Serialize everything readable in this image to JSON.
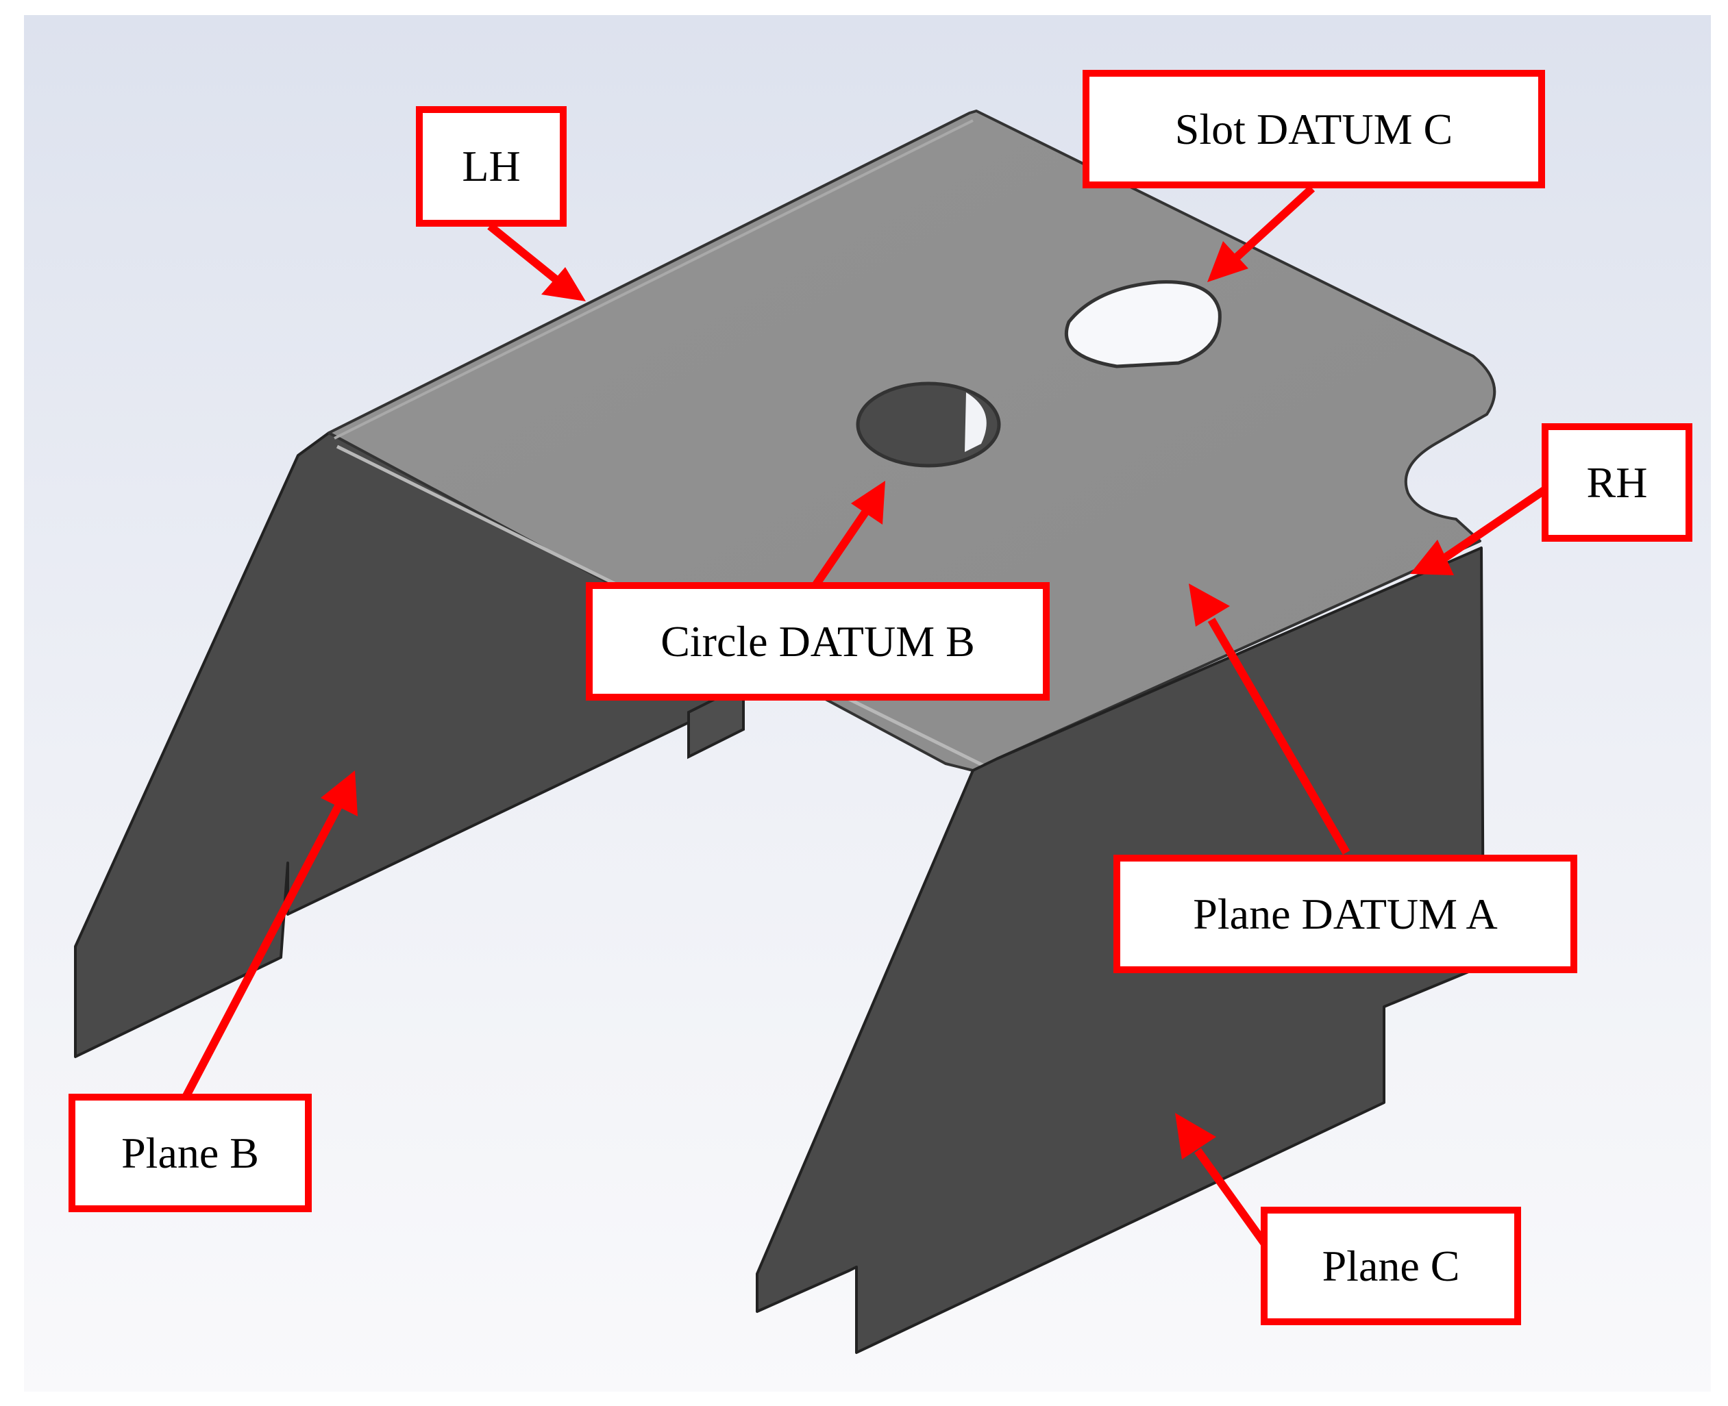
{
  "labels": {
    "lh": "LH",
    "rh": "RH",
    "slot_datum_c": "Slot DATUM C",
    "circle_datum_b": "Circle DATUM B",
    "plane_datum_a": "Plane DATUM A",
    "plane_b": "Plane B",
    "plane_c": "Plane C"
  },
  "colors": {
    "callout": "#ff0000",
    "top_face": "#8f8f8f",
    "side_face": "#4a4a4a",
    "edge": "#2a2a2a"
  }
}
